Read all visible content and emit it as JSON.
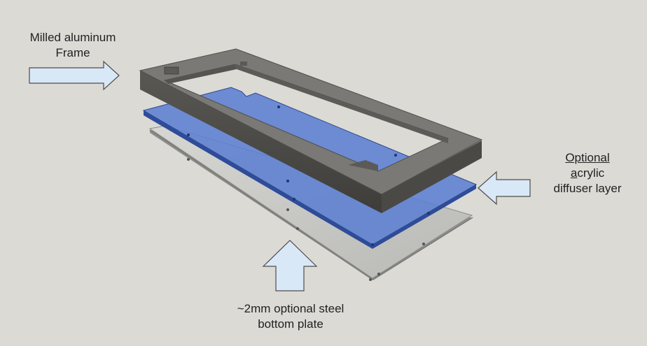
{
  "labels": {
    "frame": {
      "line1": "Milled aluminum",
      "line2": "Frame"
    },
    "diffuser": {
      "line1": "Optional",
      "line2_first": "a",
      "line2_rest": "crylic",
      "line3": "diffuser layer"
    },
    "plate": {
      "line1": "~2mm optional steel",
      "line2": "bottom plate"
    }
  },
  "colors": {
    "background": "#dcdad5",
    "arrow_fill": "#d9e8f7",
    "arrow_stroke": "#4d4d4d",
    "frame": "#6d6c68",
    "diffuser": "#4d6fc4",
    "plate": "#c9c9c7"
  }
}
